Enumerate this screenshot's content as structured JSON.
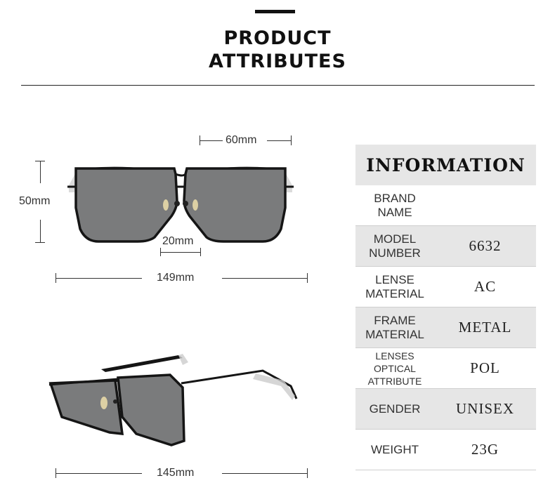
{
  "header": {
    "title_line1": "PRODUCT",
    "title_line2": "ATTRIBUTES"
  },
  "dimensions": {
    "lens_width": "60mm",
    "lens_height": "50mm",
    "bridge": "20mm",
    "frame_width": "149mm",
    "temple_length": "145mm"
  },
  "info": {
    "title": "INFORMATION",
    "rows": [
      {
        "label": "BRAND\nNAME",
        "value": ""
      },
      {
        "label": "MODEL\nNUMBER",
        "value": "6632"
      },
      {
        "label": "LENSE\nMATERIAL",
        "value": "AC"
      },
      {
        "label": "FRAME\nMATERIAL",
        "value": "METAL"
      },
      {
        "label": "LENSES\nOPTICAL\nATTRIBUTE",
        "value": "POL"
      },
      {
        "label": "GENDER",
        "value": "UNISEX"
      },
      {
        "label": "WEIGHT",
        "value": "23G"
      }
    ]
  },
  "colors": {
    "lens": "#7a7b7c",
    "frame": "#151515",
    "table_shade": "#e6e6e6"
  },
  "icons": [
    "sunglasses-front-image",
    "sunglasses-side-image"
  ]
}
